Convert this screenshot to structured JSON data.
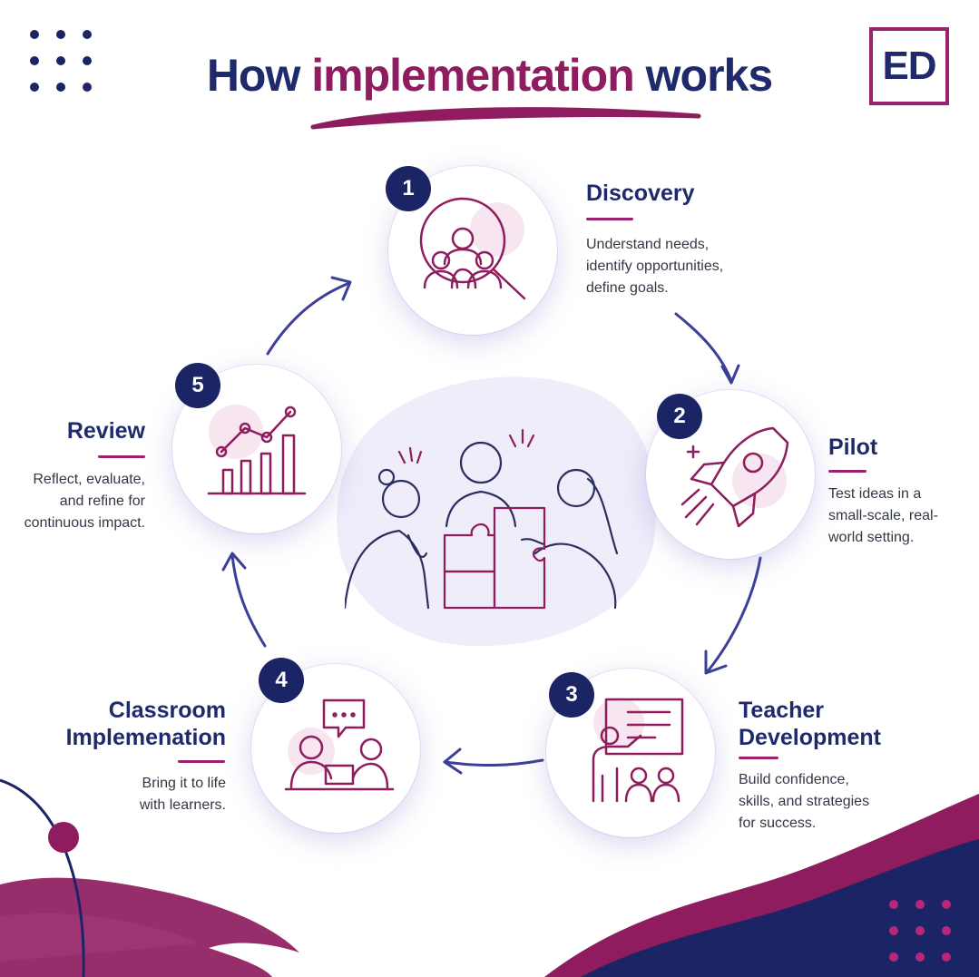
{
  "header": {
    "title_part1": "How",
    "title_accent": "implementation",
    "title_part2": "works",
    "logo_text": "ED"
  },
  "colors": {
    "navy": "#1e2a6b",
    "accent": "#8e1c5e",
    "badge": "#1b2464",
    "ring": "#3b3f9a"
  },
  "steps": [
    {
      "number": "1",
      "title": "Discovery",
      "desc": [
        "Understand needs,",
        "identify opportunities,",
        "define goals."
      ],
      "icon": "magnifier-people-icon"
    },
    {
      "number": "2",
      "title": "Pilot",
      "desc": [
        "Test ideas in a",
        "small-scale, real-",
        "world setting."
      ],
      "icon": "rocket-icon"
    },
    {
      "number": "3",
      "title_lines": [
        "Teacher",
        "Development"
      ],
      "desc": [
        "Build confidence,",
        "skills, and strategies",
        "for success."
      ],
      "icon": "teacher-board-icon"
    },
    {
      "number": "4",
      "title_lines": [
        "Classroom",
        "Implemenation"
      ],
      "desc": [
        "Bring it to life",
        "with learners."
      ],
      "icon": "classroom-discussion-icon"
    },
    {
      "number": "5",
      "title": "Review",
      "desc": [
        "Reflect, evaluate,",
        "and refine for",
        "continuous impact."
      ],
      "icon": "growth-chart-icon"
    }
  ],
  "center": {
    "icon": "team-puzzle-icon"
  }
}
